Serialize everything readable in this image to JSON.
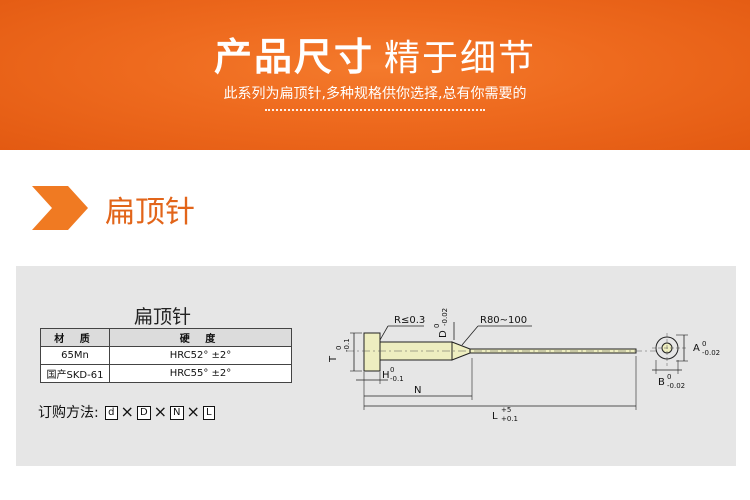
{
  "banner": {
    "title_bold": "产品尺寸",
    "title_light": "精于细节",
    "subtitle": "此系列为扁顶针,多种规格供你选择,总有你需要的"
  },
  "section": {
    "title": "扁顶针"
  },
  "diagram": {
    "title": "扁顶针",
    "table": {
      "headers": [
        "材 质",
        "硬 度"
      ],
      "rows": [
        [
          "65Mn",
          "HRC52° ±2°"
        ],
        [
          "国产SKD-61",
          "HRC55° ±2°"
        ]
      ]
    },
    "order": {
      "label": "订购方法:",
      "codes": [
        "d",
        "D",
        "N",
        "L"
      ],
      "separator": "×"
    },
    "labels": {
      "R_small": "R≤0.3",
      "R_large": "R80~100",
      "D": "D",
      "D_tol_upper": "0",
      "D_tol_lower": "-0.02",
      "T": "T",
      "T_tol_upper": "0",
      "T_tol_lower": "-0.1",
      "H": "H",
      "H_tol_upper": "0",
      "H_tol_lower": "-0.1",
      "N": "N",
      "L": "L",
      "L_tol_upper": "+5",
      "L_tol_lower": "+0.1",
      "A": "A",
      "A_tol_upper": "0",
      "A_tol_lower": "-0.02",
      "B": "B",
      "B_tol_upper": "0",
      "B_tol_lower": "-0.02"
    }
  },
  "colors": {
    "banner_orange": "#ee6a1e",
    "accent": "#e2651a",
    "pin_fill": "#eeeec0",
    "diagram_bg": "#e6e6e6"
  }
}
